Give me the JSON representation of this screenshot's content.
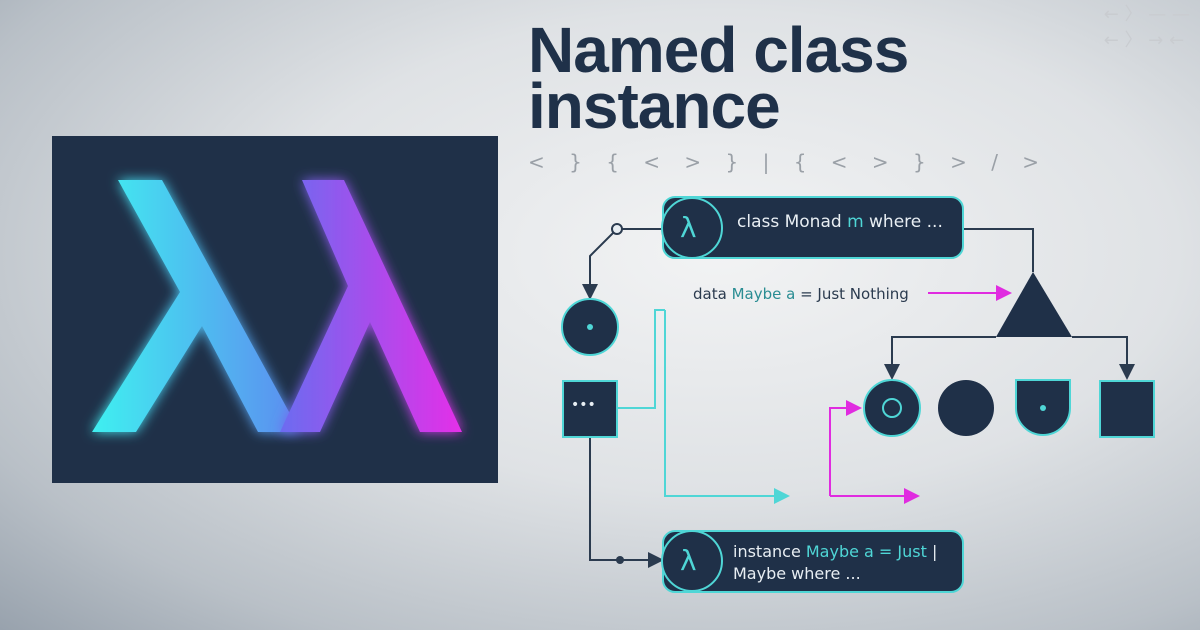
{
  "title": {
    "line1": "Named class",
    "line2": "instance"
  },
  "decor_glyphs": "< } { < > } | { < > } > / >",
  "corner_glyphs": {
    "row1": "← 〉 — —",
    "row2": "← 〉 → ←"
  },
  "logo": {
    "symbol": "λλ"
  },
  "nodes": {
    "class_node": {
      "icon": "λ",
      "pre": "class Monad ",
      "highlight": "m",
      "post": " where ..."
    },
    "data_label": {
      "pre": "data ",
      "highlight": "Maybe a",
      "post": " = Just Nothing"
    },
    "ellipsis_node": "•••",
    "instance_node": {
      "icon": "λ",
      "pre": "instance ",
      "highlight": "Maybe a = Just",
      "post": " |",
      "line2": "Maybe where ..."
    }
  },
  "colors": {
    "dark": "#1f3048",
    "cyan": "#4fd6d6",
    "magenta": "#e02be0"
  }
}
